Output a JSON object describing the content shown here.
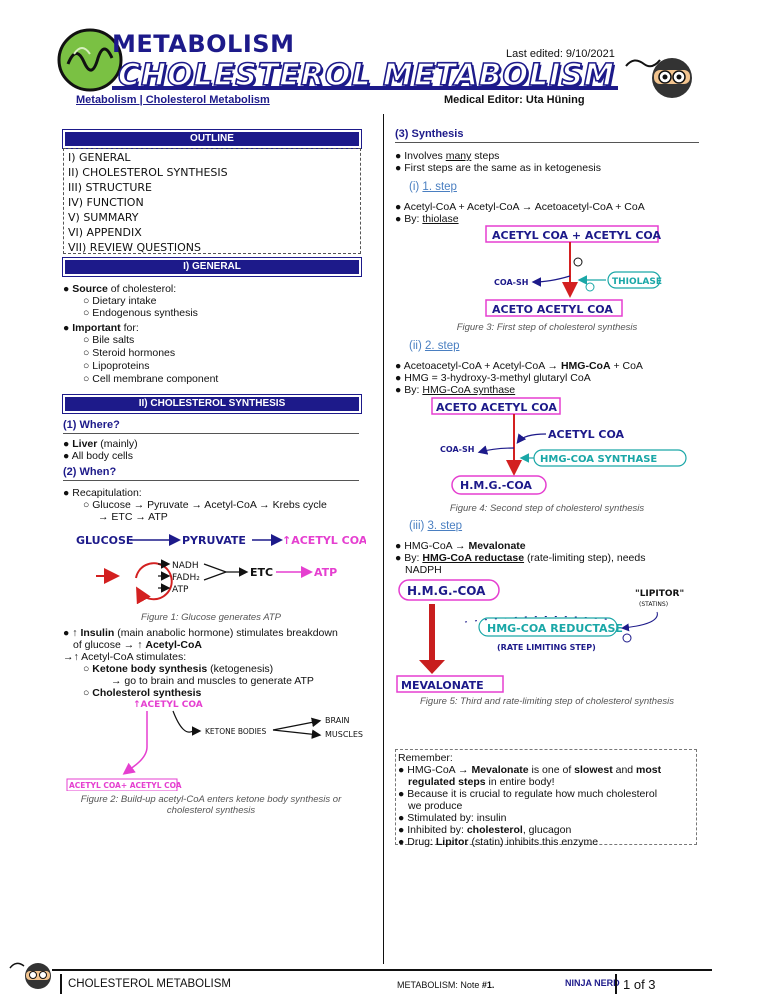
{
  "header": {
    "category": "METABOLISM",
    "title": "CHOLESTEROL METABOLISM",
    "last_edited": "Last edited: 9/10/2021",
    "breadcrumb": "Metabolism | Cholesterol Metabolism",
    "editor": "Medical Editor: Uta Hüning"
  },
  "outline": {
    "heading": "OUTLINE",
    "items": [
      "I) GENERAL",
      "II) CHOLESTEROL SYNTHESIS",
      "III) STRUCTURE",
      "IV) FUNCTION",
      "V) SUMMARY",
      "VI) APPENDIX",
      "VII) REVIEW QUESTIONS"
    ]
  },
  "general": {
    "heading": "I) GENERAL",
    "source_bold": "Source",
    "source_rest": " of cholesterol:",
    "source_items": [
      "Dietary intake",
      "Endogenous synthesis"
    ],
    "important_bold": "Important",
    "important_rest": " for:",
    "important_items": [
      "Bile salts",
      "Steroid hormones",
      "Lipoproteins",
      "Cell membrane component"
    ]
  },
  "synthesis": {
    "heading": "II) CHOLESTEROL SYNTHESIS",
    "where_head": "(1)  Where?",
    "where_items_bold": "Liver",
    "where_items_rest": " (mainly)",
    "where_item2": "All body cells",
    "when_head": "(2)  When?",
    "recap": "Recapitulation:",
    "recap_line1": "Glucose → Pyruvate → Acetyl-CoA → Krebs cycle",
    "recap_line2": "→ ETC → ATP",
    "fig1": {
      "glucose": "GLUCOSE",
      "pyruvate": "PYRUVATE",
      "acetyl": "↑ACETYL COA",
      "nadh": "NADH",
      "fadh": "FADH₂",
      "atp": "ATP",
      "etc": "ETC",
      "atp2": "ATP",
      "caption": "Figure 1: Glucose generates ATP"
    },
    "insulin_line1_a": "↑ ",
    "insulin_line1_b": "Insulin",
    "insulin_line1_c": " (main anabolic hormone) stimulates breakdown",
    "insulin_line2_a": "of glucose → ↑ ",
    "insulin_line2_b": "Acetyl-CoA",
    "stim_line": "→↑ Acetyl-CoA stimulates:",
    "ketone_bold": "Ketone body synthesis",
    "ketone_rest": " (ketogenesis)",
    "ketone_sub": "→ go to brain and muscles to generate ATP",
    "chol_bold": "Cholesterol synthesis",
    "fig2": {
      "acetyl": "↑ACETYL COA",
      "ketone": "KETONE BODIES",
      "brain": "BRAIN",
      "muscles": "MUSCLES",
      "bottom": "ACETYL COA+ ACETYL COA",
      "caption_line1": "Figure 2: Build-up acetyl-CoA enters ketone body synthesis or",
      "caption_line2": "cholesterol synthesis"
    }
  },
  "right": {
    "synth_head": "(3)  Synthesis",
    "synth_item1_a": "Involves ",
    "synth_item1_b": "many",
    "synth_item1_c": " steps",
    "synth_item2": "First steps are the same as in ketogenesis",
    "step1": {
      "label": "(i)  ",
      "link": "1. step",
      "line1": "Acetyl-CoA + Acetyl-CoA → Acetoacetyl-CoA + CoA",
      "by": "By: ",
      "enzyme": "thiolase",
      "fig_top": "ACETYL COA + ACETYL COA",
      "fig_cosh": "COA-SH",
      "fig_enzyme": "THIOLASE",
      "fig_bottom": "ACETO ACETYL COA",
      "caption": "Figure 3: First step of cholesterol synthesis"
    },
    "step2": {
      "label": "(ii)  ",
      "link": "2. step",
      "line1_a": "Acetoacetyl-CoA + Acetyl-CoA → ",
      "line1_b": "HMG-CoA",
      "line1_c": " + CoA",
      "line2": "HMG = 3-hydroxy-3-methyl glutaryl CoA",
      "by": "By: ",
      "enzyme": "HMG-CoA synthase",
      "fig_top": "ACETO ACETYL COA",
      "fig_acetyl": "ACETYL COA",
      "fig_cosh": "COA-SH",
      "fig_enzyme": "HMG-COA SYNTHASE",
      "fig_bottom": "H.M.G.-COA",
      "caption": "Figure 4: Second step of cholesterol synthesis"
    },
    "step3": {
      "label": "(iii)  ",
      "link": "3. step",
      "line1_a": "HMG-CoA → ",
      "line1_b": "Mevalonate",
      "by": "By: ",
      "enzyme": "HMG-CoA reductase",
      "line2_rest": " (rate-limiting step), needs",
      "line3": "NADPH",
      "fig_top": "H.M.G.-COA",
      "fig_lipitor": "\"LIPITOR\"",
      "fig_statins": "(STATINS)",
      "fig_enzyme": "HMG-COA REDUCTASE",
      "fig_rate": "(RATE LIMITING STEP)",
      "fig_bottom": "MEVALONATE",
      "caption": "Figure 5: Third and rate-limiting step of cholesterol synthesis"
    },
    "remember": {
      "title": "Remember:",
      "l1_a": "HMG-CoA → ",
      "l1_b": "Mevalonate",
      "l1_c": " is one of ",
      "l1_d": "slowest",
      "l1_e": " and ",
      "l1_f": "most",
      "l2": "regulated steps",
      "l2_rest": " in entire body!",
      "l3": "Because it is crucial to regulate how much cholesterol",
      "l4": "we produce",
      "l5": "Stimulated by: insulin",
      "l6_a": "Inhibited by: ",
      "l6_b": "cholesterol",
      "l6_c": ", glucagon",
      "l7_a": "Drug: ",
      "l7_b": "Lipitor",
      "l7_c": " (statin) inhibits this enzyme"
    }
  },
  "footer": {
    "left": "CHOLESTEROL METABOLISM",
    "middle_a": "METABOLISM: Note ",
    "middle_b": "#1.",
    "brand": "NINJA NERD",
    "page": "1 of 3"
  },
  "colors": {
    "navy": "#1d1a8a",
    "magenta": "#e53fd0",
    "red": "#d32020",
    "green": "#7ac143",
    "teal": "#1aa7a7"
  }
}
